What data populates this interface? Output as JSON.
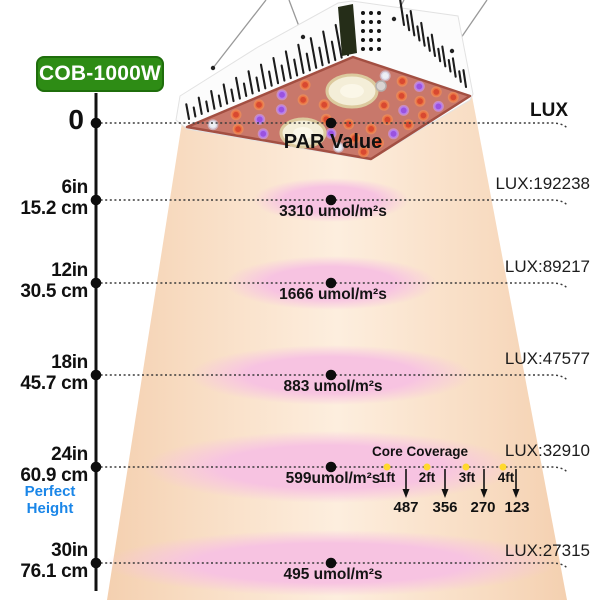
{
  "badge": {
    "label": "COB-1000W"
  },
  "lux_header": "LUX",
  "par_header": "PAR Value",
  "perfect_height_label": "Perfect Height",
  "levels": [
    {
      "in": "0",
      "cm": "",
      "par": "",
      "lux": ""
    },
    {
      "in": "6in",
      "cm": "15.2 cm",
      "par": "3310 umol/m²s",
      "lux": "LUX:192238"
    },
    {
      "in": "12in",
      "cm": "30.5 cm",
      "par": "1666 umol/m²s",
      "lux": "LUX:89217"
    },
    {
      "in": "18in",
      "cm": "45.7 cm",
      "par": "883 umol/m²s",
      "lux": "LUX:47577"
    },
    {
      "in": "24in",
      "cm": "60.9 cm",
      "par": "599umol/m²s",
      "lux": "LUX:32910"
    },
    {
      "in": "30in",
      "cm": "76.1 cm",
      "par": "495 umol/m²s",
      "lux": "LUX:27315"
    }
  ],
  "core_coverage": {
    "title": "Core Coverage",
    "points": [
      {
        "distance": "1ft",
        "value": "487"
      },
      {
        "distance": "2ft",
        "value": "356"
      },
      {
        "distance": "3ft",
        "value": "270"
      },
      {
        "distance": "4ft",
        "value": "123"
      }
    ]
  },
  "colors": {
    "badge_green": "#2e8c15",
    "perfect_height_blue": "#1a86e8",
    "cone_peach": "#f6d5b7",
    "par_ellipse_pink": "#f7c3e1",
    "core_dot_yellow": "#ffd92e",
    "led_board_salmon": "#c8786b"
  }
}
